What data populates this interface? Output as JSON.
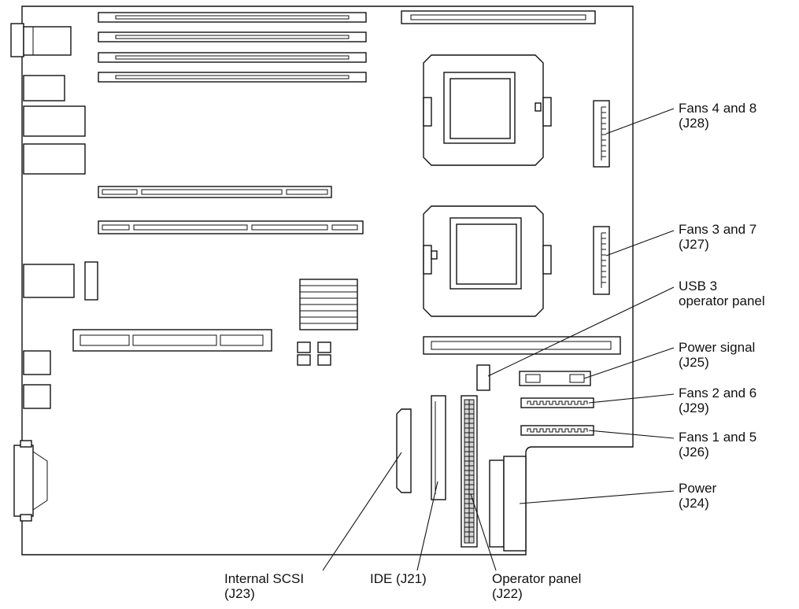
{
  "callouts": {
    "fans_4_8": {
      "line1": "Fans 4 and 8",
      "line2": "(J28)"
    },
    "fans_3_7": {
      "line1": "Fans 3 and 7",
      "line2": "(J27)"
    },
    "usb3": {
      "line1": "USB 3",
      "line2": "operator panel"
    },
    "power_signal": {
      "line1": "Power signal",
      "line2": "(J25)"
    },
    "fans_2_6": {
      "line1": "Fans 2 and 6",
      "line2": "(J29)"
    },
    "fans_1_5": {
      "line1": "Fans 1 and 5",
      "line2": "(J26)"
    },
    "power": {
      "line1": "Power",
      "line2": "(J24)"
    },
    "internal_scsi": {
      "line1": "Internal SCSI",
      "line2": "(J23)"
    },
    "ide": {
      "line1": "IDE (J21)"
    },
    "operator_panel": {
      "line1": "Operator panel",
      "line2": "(J22)"
    }
  },
  "colors": {
    "line": "#111111",
    "board": "#ffffff"
  }
}
